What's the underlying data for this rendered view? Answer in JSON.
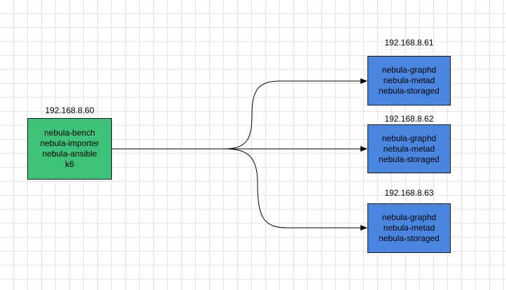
{
  "colors": {
    "client_fill": "#3ec27a",
    "server_fill": "#4a86e0",
    "edge": "#000000"
  },
  "client": {
    "ip": "192.168.8.60",
    "lines": [
      "nebula-bench",
      "nebula-importer",
      "nebula-ansible",
      "k6"
    ]
  },
  "servers": [
    {
      "ip": "192.168.8.61",
      "lines": [
        "nebula-graphd",
        "nebula-metad",
        "nebula-storaged"
      ]
    },
    {
      "ip": "192.168.8.62",
      "lines": [
        "nebula-graphd",
        "nebula-metad",
        "nebula-storaged"
      ]
    },
    {
      "ip": "192.168.8.63",
      "lines": [
        "nebula-graphd",
        "nebula-metad",
        "nebula-storaged"
      ]
    }
  ],
  "edges": [
    {
      "from": "client",
      "to": "server-1"
    },
    {
      "from": "client",
      "to": "server-2"
    },
    {
      "from": "client",
      "to": "server-3"
    }
  ]
}
